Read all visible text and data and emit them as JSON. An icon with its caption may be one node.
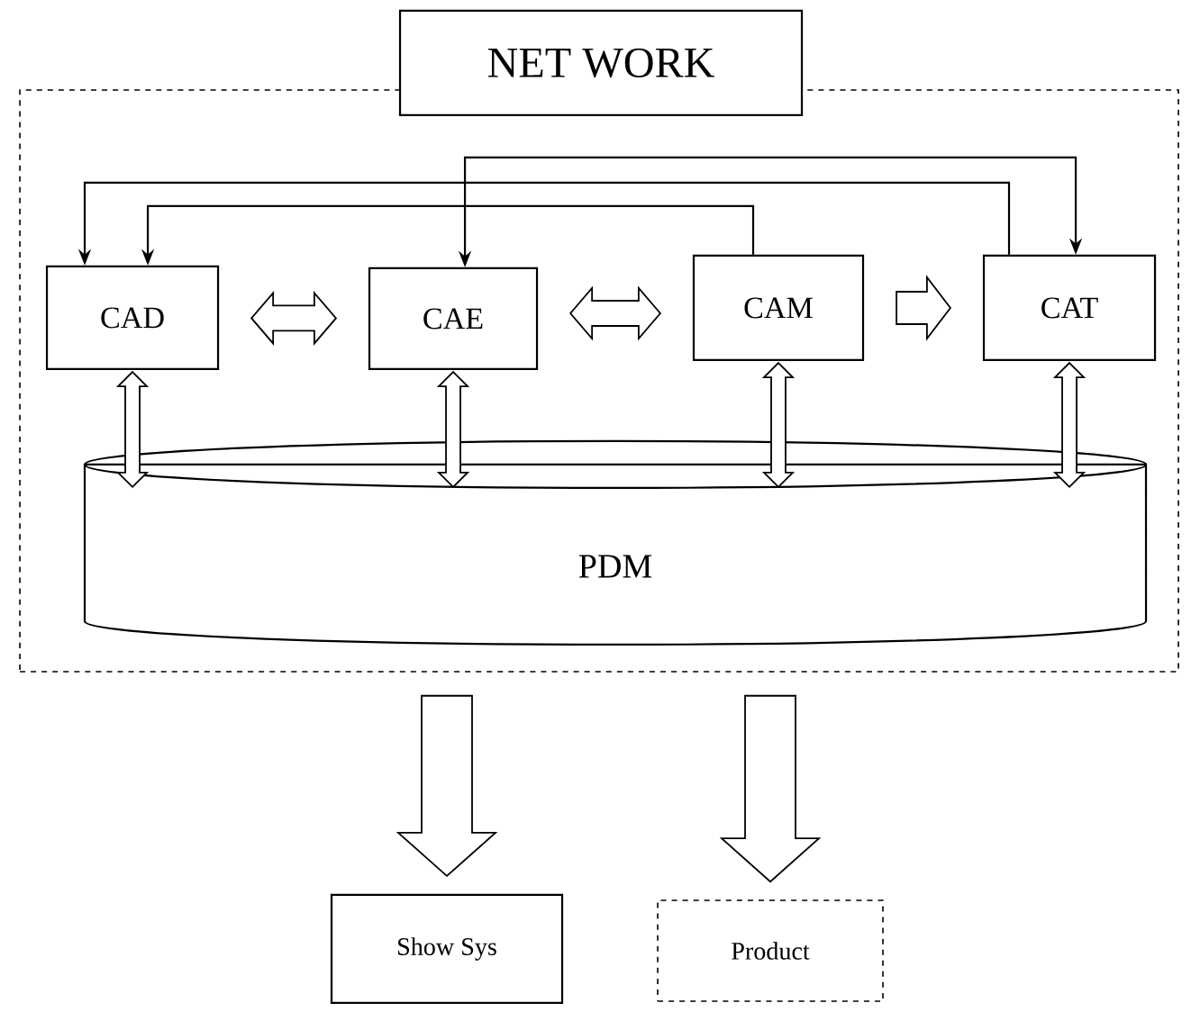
{
  "diagram": {
    "nodes": [
      {
        "text": [
          "NET WORK"
        ]
      },
      {
        "text": [
          "CAD"
        ],
        "in": 0
      },
      {
        "text": [
          "CAE"
        ],
        "in": 0
      },
      {
        "text": [
          "CAM"
        ],
        "in": 0
      },
      {
        "text": [
          "CAT"
        ],
        "in": 0
      },
      {
        "text": [
          "PDM"
        ],
        "in": 0
      },
      {
        "text": [
          "Show Sys"
        ]
      },
      {
        "text": [
          "Product"
        ]
      }
    ],
    "edges": [
      {
        "from": 4,
        "to": 1,
        "arrow": "to"
      },
      {
        "from": 3,
        "to": 1,
        "arrow": "to"
      },
      {
        "from": 2,
        "to": 4,
        "arrow": "both"
      },
      {
        "from": 1,
        "to": 2,
        "arrow": "both",
        "style": "thick"
      },
      {
        "from": 2,
        "to": 3,
        "arrow": "both",
        "style": "thick"
      },
      {
        "from": 3,
        "to": 4,
        "arrow": "to",
        "style": "thick"
      },
      {
        "from": 1,
        "to": 5,
        "arrow": "both",
        "style": "thick"
      },
      {
        "from": 2,
        "to": 5,
        "arrow": "both",
        "style": "thick"
      },
      {
        "from": 3,
        "to": 5,
        "arrow": "both",
        "style": "thick"
      },
      {
        "from": 4,
        "to": 5,
        "arrow": "both",
        "style": "thick"
      },
      {
        "from": 0,
        "to": 6,
        "arrow": "to",
        "style": "thick"
      },
      {
        "from": 0,
        "to": 7,
        "arrow": "to",
        "style": "thick"
      }
    ]
  }
}
